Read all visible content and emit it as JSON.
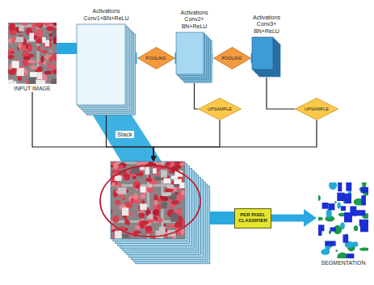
{
  "diagram": {
    "nodes": [
      {
        "text": [
          "INPUT IMAGE"
        ]
      },
      {
        "text": [
          "Activations",
          "Conv1+BN+ReLU"
        ]
      },
      {
        "text": [
          "POOLING"
        ]
      },
      {
        "text": [
          "Activations",
          "Conv2+ BN+ReLU"
        ]
      },
      {
        "text": [
          "POOLING"
        ]
      },
      {
        "text": [
          "Activations",
          "Conv3+ BN+ReLU"
        ]
      },
      {
        "text": [
          "UPSAMPLE"
        ]
      },
      {
        "text": [
          "UPSAMPLE"
        ]
      },
      {
        "text": [
          "Stack"
        ]
      },
      {
        "text": [
          "PER PIXEL CLASSIFIER"
        ]
      },
      {
        "text": [
          "SEGMENTATION"
        ]
      }
    ],
    "edges": [
      {
        "from": 0,
        "to": 1,
        "arrow": "none"
      },
      {
        "from": 1,
        "to": 2,
        "arrow": "none"
      },
      {
        "from": 2,
        "to": 3,
        "arrow": "none"
      },
      {
        "from": 3,
        "to": 4,
        "arrow": "none"
      },
      {
        "from": 4,
        "to": 5,
        "arrow": "none"
      },
      {
        "from": 3,
        "to": 6,
        "arrow": "none"
      },
      {
        "from": 5,
        "to": 7,
        "arrow": "none"
      },
      {
        "from": 0,
        "to": 8,
        "arrow": "to"
      },
      {
        "from": 1,
        "to": 8,
        "arrow": "to"
      },
      {
        "from": 6,
        "to": 8,
        "arrow": "to"
      },
      {
        "from": 7,
        "to": 8,
        "arrow": "to"
      },
      {
        "from": 8,
        "to": 9,
        "arrow": "none"
      },
      {
        "from": 9,
        "to": 10,
        "arrow": "to"
      }
    ]
  }
}
